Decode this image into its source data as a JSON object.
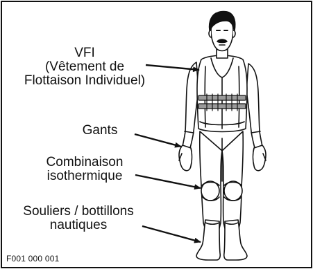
{
  "labels": {
    "pfd": {
      "line1": "VFI",
      "line2": "(Vêtement de",
      "line3": "Flottaison Individuel)"
    },
    "gloves": "Gants",
    "wetsuit": {
      "line1": "Combinaison",
      "line2": "isothermique"
    },
    "boots": {
      "line1": "Souliers / bottillons",
      "line2": "nautiques"
    }
  },
  "figure_code": "F001 000 001",
  "colors": {
    "ink": "#111111",
    "background": "#ffffff",
    "shading": "#9a9a9a"
  }
}
